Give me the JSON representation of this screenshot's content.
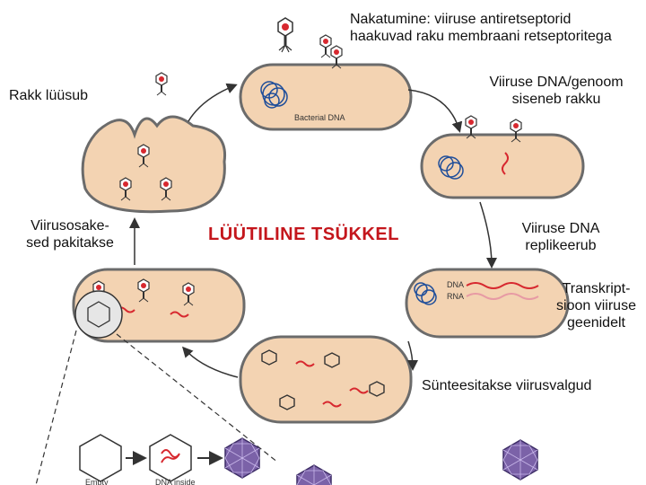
{
  "labels": {
    "attach_1": "Nakatumine: viiruse antiretseptorid",
    "attach_2": "haakuvad raku membraani retseptoritega",
    "enter_1": "Viiruse DNA/genoom",
    "enter_2": "siseneb rakku",
    "lysis": "Rakk lüüsub",
    "pack_1": "Viirusosake-",
    "pack_2": "sed pakitakse",
    "cycle_title": "LÜÜTILINE TSÜKKEL",
    "replicate_1": "Viiruse DNA",
    "replicate_2": "replikeerub",
    "transcribe_1": "Transkript-",
    "transcribe_2": "sioon viiruse",
    "transcribe_3": "geenidelt",
    "synthesis": "Sünteesitakse viirusvalgud",
    "bacterial_dna": "Bacterial DNA",
    "dna": "DNA",
    "rna": "RNA",
    "empty": "Empty",
    "dna_inside": "DNA inside"
  },
  "colors": {
    "cell_fill": "#f3d3b2",
    "cell_stroke": "#6b6b6b",
    "bacterial_dna": "#1f4e9a",
    "viral_dna": "#d7282f",
    "rna": "#e79aa4",
    "capsid": "#7b62a8",
    "title_red": "#c4161c"
  }
}
